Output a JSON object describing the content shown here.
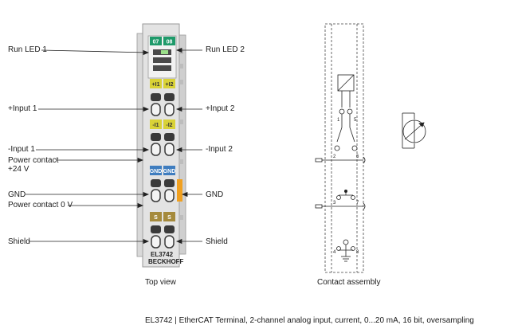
{
  "terminal": {
    "led_labels": [
      "07",
      "08"
    ],
    "top_tags": [
      "+I1",
      "+I2"
    ],
    "mid_tags": [
      "-I1",
      "-I2"
    ],
    "gnd_tags": [
      "GND",
      "GND"
    ],
    "shield_tags": [
      "S",
      "S"
    ],
    "model": "EL3742",
    "brand": "BECKHOFF"
  },
  "labels_left": {
    "run_led_1": "Run LED 1",
    "input_1_plus": "+Input 1",
    "input_1_minus": "-Input 1",
    "power_24": "Power contact\n+24 V",
    "gnd": "GND",
    "power_0": "Power contact 0 V",
    "shield": "Shield"
  },
  "labels_right": {
    "run_led_2": "Run LED 2",
    "input_2_plus": "+Input 2",
    "input_2_minus": "-Input 2",
    "gnd": "GND",
    "shield": "Shield"
  },
  "captions": {
    "top_view": "Top view",
    "contact_assembly": "Contact assembly",
    "footer": "EL3742 | EtherCAT Terminal, 2-channel analog input, current, 0...20 mA, 16 bit, oversampling"
  },
  "contact_numbers": [
    "1",
    "5",
    "2",
    "6",
    "3",
    "7",
    "4",
    "8"
  ],
  "colors": {
    "led_green": "#1e9a6a",
    "tag_yellow": "#d9d236",
    "tag_blue": "#3f7dbf",
    "tag_brown": "#a58a3c",
    "rail_orange": "#f0a020",
    "housing": "#d6d6d6"
  }
}
